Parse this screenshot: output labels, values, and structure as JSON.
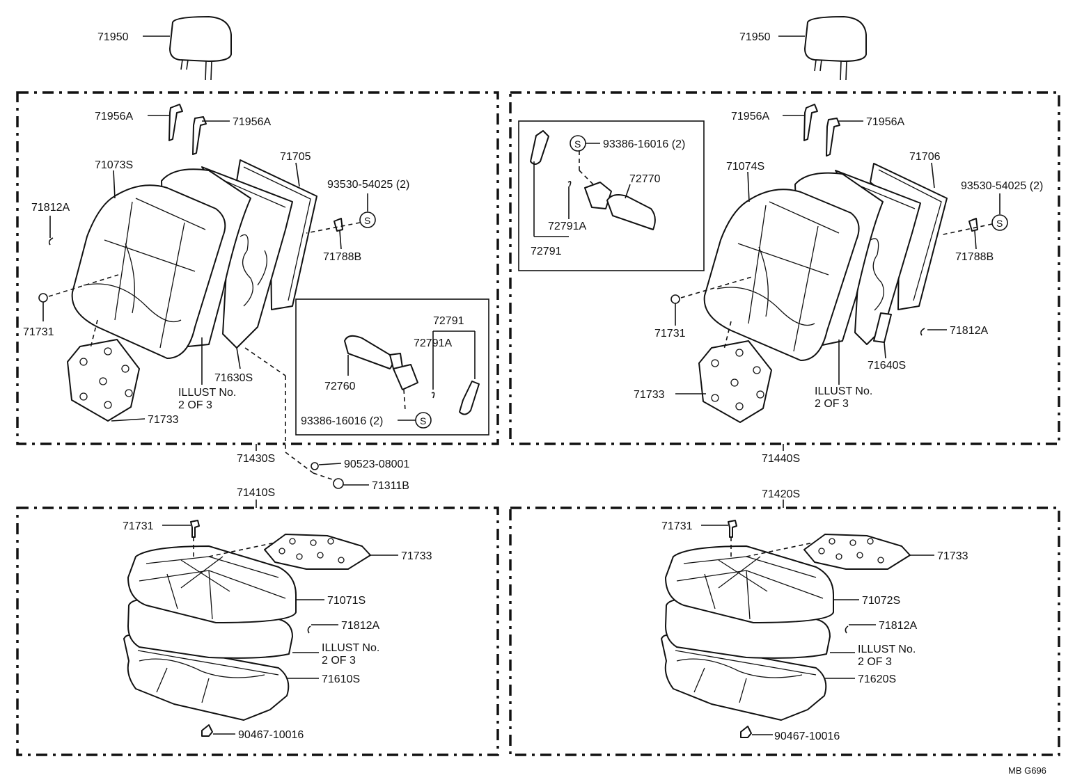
{
  "labels": {
    "tl_headrest": "71950",
    "tr_headrest": "71950",
    "tl_guide_a": "71956A",
    "tl_guide_b": "71956A",
    "tl_cover": "71073S",
    "tl_frame": "71705",
    "tl_screw": "93530-54025 (2)",
    "tl_hog_ring": "71812A",
    "tl_clip_b": "71788B",
    "tl_clip": "71731",
    "tl_pad": "71733",
    "tl_spring": "71630S",
    "tl_illust_1": "ILLUST No.",
    "tl_illust_2": "2 OF 3",
    "tl_inset_knob_a": "72791",
    "tl_inset_knob_b": "72791A",
    "tl_inset_lever": "72760",
    "tl_inset_screw": "93386-16016 (2)",
    "tl_assy": "71430S",
    "bolt": "90523-08001",
    "nut": "71311B",
    "tr_guide_a": "71956A",
    "tr_guide_b": "71956A",
    "tr_inset_screw": "93386-16016 (2)",
    "tr_inset_lever": "72770",
    "tr_inset_knob_b": "72791A",
    "tr_inset_knob_a": "72791",
    "tr_cover": "71074S",
    "tr_frame": "71706",
    "tr_screw": "93530-54025 (2)",
    "tr_clip_b": "71788B",
    "tr_clip": "71731",
    "tr_hog_ring": "71812A",
    "tr_spring": "71640S",
    "tr_pad": "71733",
    "tr_illust_1": "ILLUST No.",
    "tr_illust_2": "2 OF 3",
    "tr_assy": "71440S",
    "bl_assy": "71410S",
    "bl_clip": "71731",
    "bl_pad": "71733",
    "bl_cover": "71071S",
    "bl_hog_ring": "71812A",
    "bl_illust_1": "ILLUST No.",
    "bl_illust_2": "2 OF 3",
    "bl_spring": "71610S",
    "bl_bolt": "90467-10016",
    "br_assy": "71420S",
    "br_clip": "71731",
    "br_pad": "71733",
    "br_cover": "71072S",
    "br_hog_ring": "71812A",
    "br_illust_1": "ILLUST No.",
    "br_illust_2": "2 OF 3",
    "br_spring": "71620S",
    "br_bolt": "90467-10016",
    "s_symbol": "S",
    "figure_code": "MB G696"
  }
}
